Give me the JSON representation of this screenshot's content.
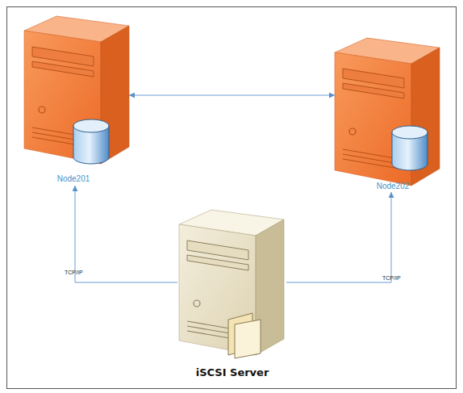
{
  "diagram": {
    "nodes": [
      {
        "text": [
          "Node201"
        ]
      },
      {
        "text": [
          "Node202"
        ]
      },
      {
        "text": [
          "iSCSI Server"
        ]
      }
    ],
    "edges": [
      {
        "from": 0,
        "to": 1,
        "arrow": "both"
      },
      {
        "from": 2,
        "to": 0,
        "label": "TCP/IP",
        "arrow": "to"
      },
      {
        "from": 2,
        "to": 1,
        "label": "TCP/IP",
        "arrow": "to"
      }
    ]
  }
}
